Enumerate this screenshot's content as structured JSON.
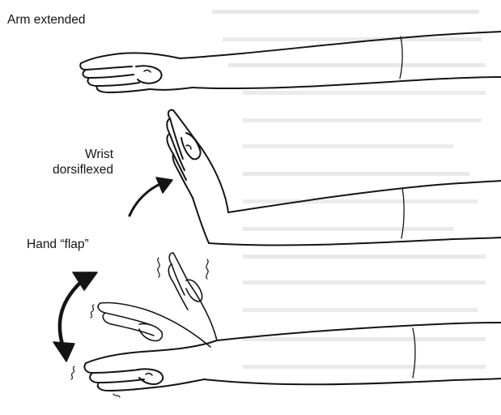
{
  "labels": {
    "arm_extended": "Arm extended",
    "wrist_line1": "Wrist",
    "wrist_line2": "dorsiflexed",
    "hand_flap": "Hand “flap”"
  },
  "colors": {
    "ink": "#141414",
    "background": "#ffffff",
    "bleed_through": "#c9c9c9"
  }
}
